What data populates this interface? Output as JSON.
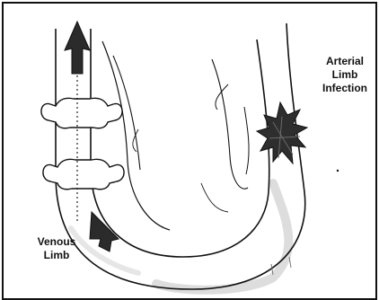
{
  "labels": {
    "arterial": [
      "Arterial",
      "Limb",
      "Infection"
    ],
    "venous": [
      "Venous",
      "Limb"
    ]
  },
  "colors": {
    "ink": "#111111",
    "shade": "#bdbdbd",
    "infection": "#2e2e2e",
    "arrow": "#2b2b2b"
  }
}
